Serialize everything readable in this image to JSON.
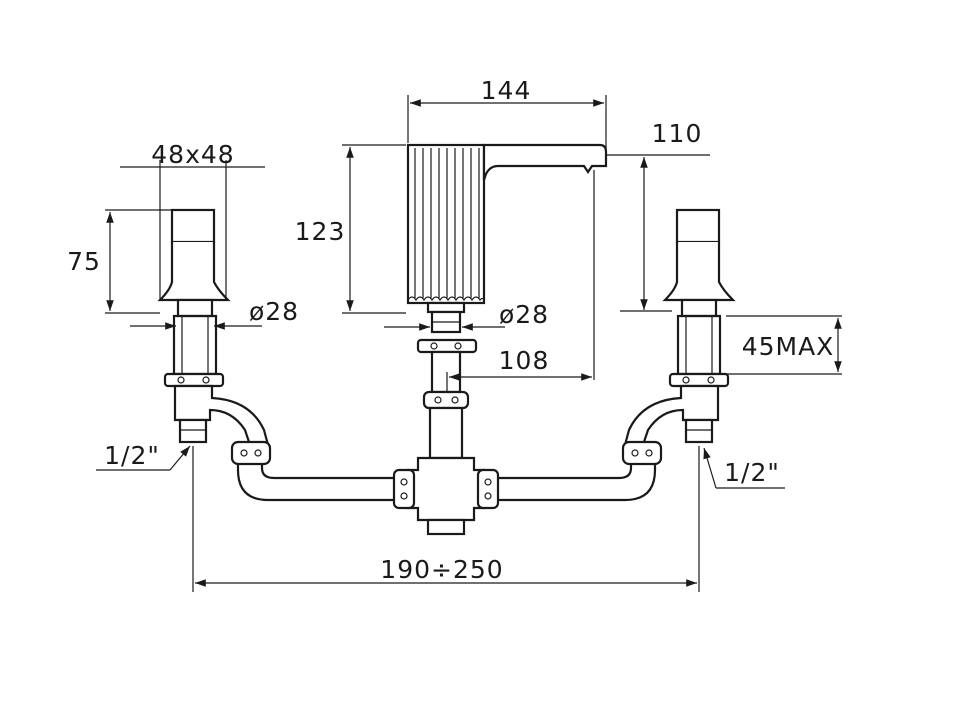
{
  "dimensions": {
    "spout_length": "144",
    "spout_reach": "110",
    "handle_size": "48x48",
    "handle_height": "75",
    "spout_height": "123",
    "left_diameter": "ø28",
    "center_diameter": "ø28",
    "spout_offset": "108",
    "max_deck_thickness": "45MAX",
    "left_connection": "1/2\"",
    "right_connection": "1/2\"",
    "center_spacing": "190÷250"
  }
}
